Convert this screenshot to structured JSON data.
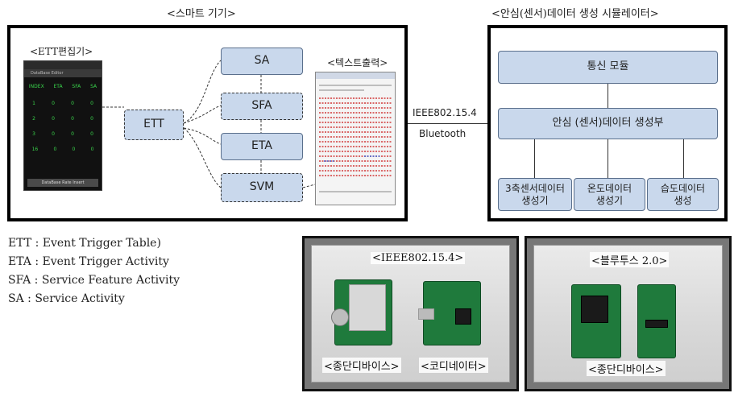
{
  "smart_device": {
    "title": "<스마트 기기>",
    "editor_title": "<ETT편집기>",
    "text_output_title": "<텍스트출력>",
    "phone": {
      "app_name": "DataBase Editor",
      "columns": [
        "INDEX",
        "ETA",
        "SFA",
        "SA"
      ],
      "rows": [
        [
          "1",
          "0",
          "0",
          "0"
        ],
        [
          "2",
          "0",
          "0",
          "0"
        ],
        [
          "3",
          "0",
          "0",
          "0"
        ],
        [
          "16",
          "0",
          "0",
          "0"
        ]
      ],
      "button": "DataBase Rate Insert"
    },
    "nodes": {
      "ett": "ETT",
      "sa": "SA",
      "sfa": "SFA",
      "eta": "ETA",
      "svm": "SVM"
    }
  },
  "link": {
    "protocol": "IEEE802.15.4",
    "bluetooth": "Bluetooth"
  },
  "simulator": {
    "title": "<안심(센서)데이터 생성 시뮬레이터>",
    "comm_module": "통신 모듈",
    "generator": "안심 (센서)데이터 생성부",
    "accel": "3축센서데이터\n생성기",
    "temp": "온도데이터\n생성기",
    "humidity": "습도데이터\n생성"
  },
  "legend": [
    "ETT : Event Trigger Table)",
    "ETA : Event Trigger Activity",
    "SFA : Service Feature Activity",
    "SA : Service Activity"
  ],
  "photo_ieee": {
    "title": "<IEEE802.15.4>",
    "end_device": "<종단디바이스>",
    "coordinator": "<코디네이터>"
  },
  "photo_bt": {
    "title": "<블루투스 2.0>",
    "end_device": "<종단디바이스>"
  }
}
